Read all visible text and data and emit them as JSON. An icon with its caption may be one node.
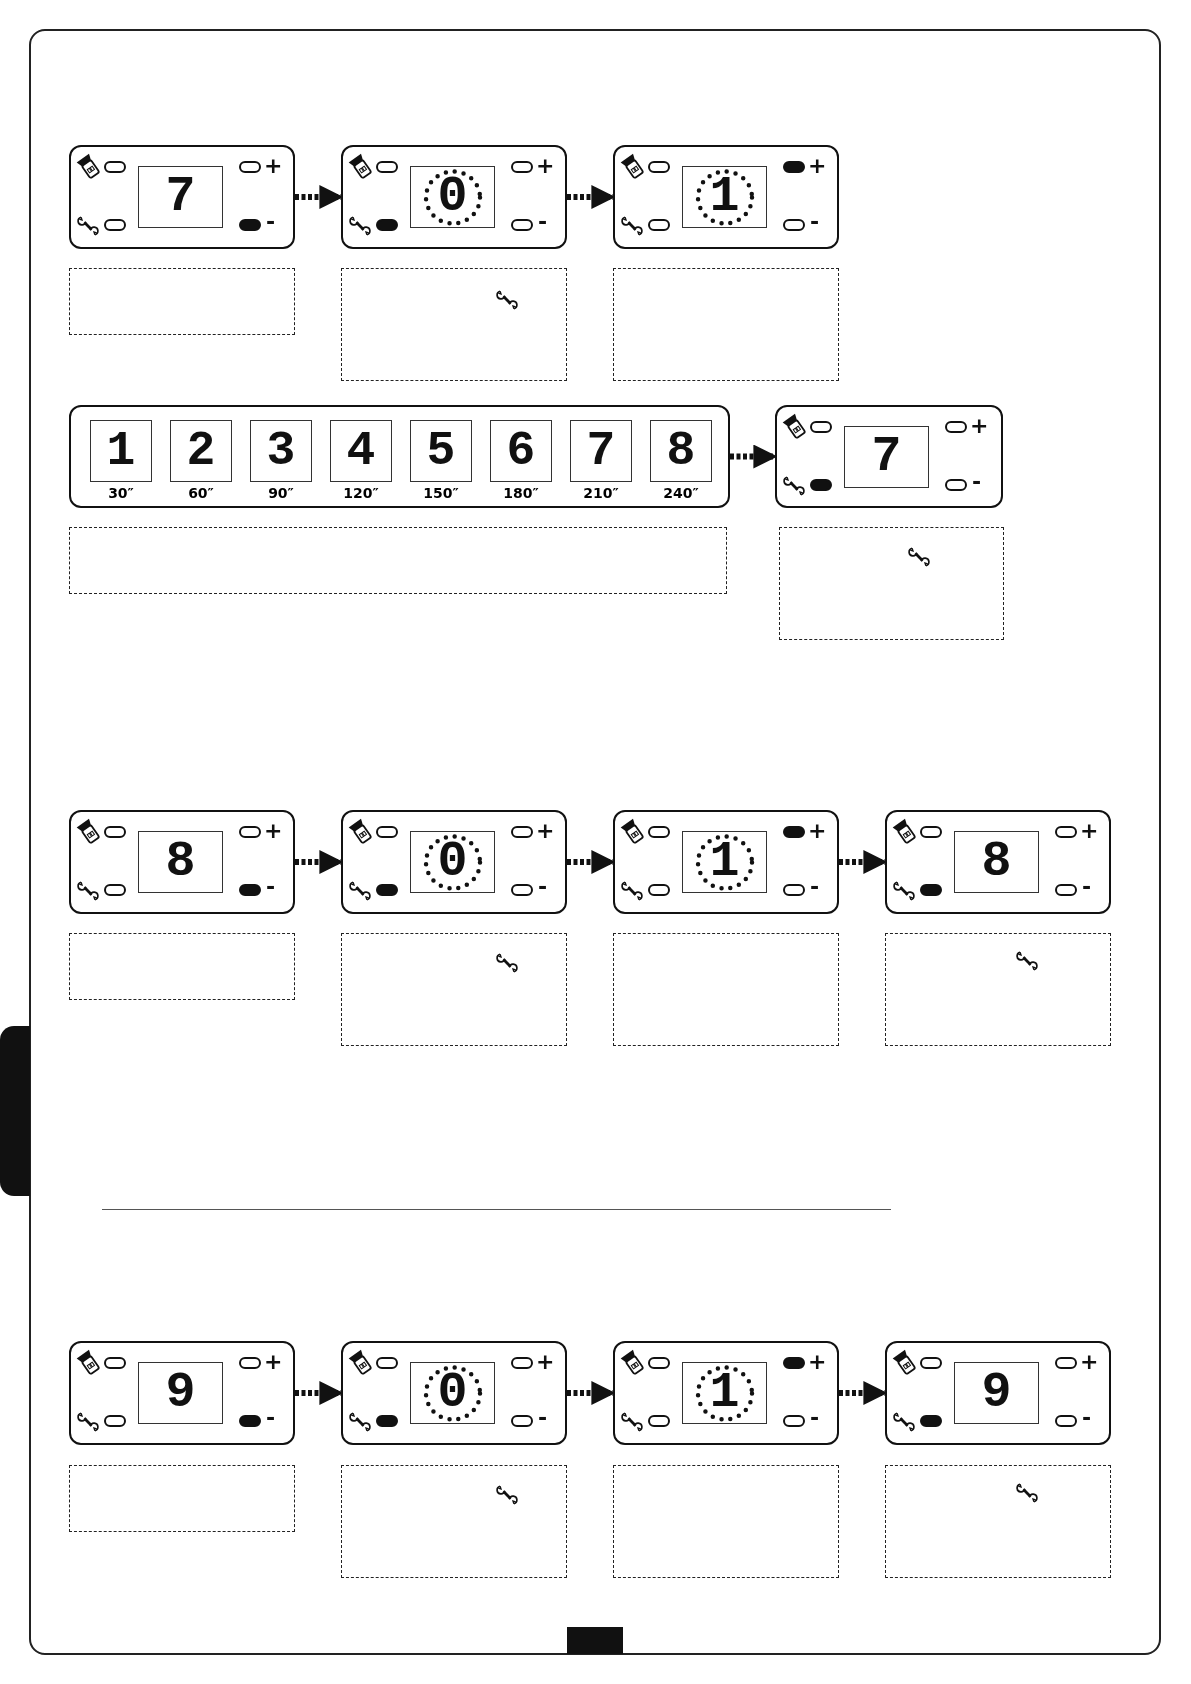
{
  "diagram": {
    "nodes": [
      {
        "text": [
          "7",
          "+",
          "-"
        ]
      },
      {
        "text": [
          "0",
          "+",
          "-"
        ]
      },
      {
        "text": [
          "1",
          "+",
          "-"
        ]
      },
      {
        "text": [],
        "shape": "box"
      },
      {
        "text": [],
        "shape": "box"
      },
      {
        "text": [],
        "shape": "box"
      },
      {
        "text": [],
        "shape": "box"
      },
      {
        "text": [
          "1"
        ],
        "in": 6,
        "beside": [
          "30″"
        ]
      },
      {
        "text": [
          "2"
        ],
        "in": 6,
        "beside": [
          "60″"
        ]
      },
      {
        "text": [
          "3"
        ],
        "in": 6,
        "beside": [
          "90″"
        ]
      },
      {
        "text": [
          "4"
        ],
        "in": 6,
        "beside": [
          "120″"
        ]
      },
      {
        "text": [
          "5"
        ],
        "in": 6,
        "beside": [
          "150″"
        ]
      },
      {
        "text": [
          "6"
        ],
        "in": 6,
        "beside": [
          "180″"
        ]
      },
      {
        "text": [
          "7"
        ],
        "in": 6,
        "beside": [
          "210″"
        ]
      },
      {
        "text": [
          "8"
        ],
        "in": 6,
        "beside": [
          "240″"
        ]
      },
      {
        "text": [
          "7",
          "+",
          "-"
        ]
      },
      {
        "text": [],
        "shape": "box"
      },
      {
        "text": [],
        "shape": "box"
      },
      {
        "text": [
          "8",
          "+",
          "-"
        ]
      },
      {
        "text": [
          "0",
          "+",
          "-"
        ]
      },
      {
        "text": [
          "1",
          "+",
          "-"
        ]
      },
      {
        "text": [
          "8",
          "+",
          "-"
        ]
      },
      {
        "text": [],
        "shape": "box"
      },
      {
        "text": [],
        "shape": "box"
      },
      {
        "text": [],
        "shape": "box"
      },
      {
        "text": [],
        "shape": "box"
      },
      {
        "text": [
          "9",
          "+",
          "-"
        ]
      },
      {
        "text": [
          "0",
          "+",
          "-"
        ]
      },
      {
        "text": [
          "1",
          "+",
          "-"
        ]
      },
      {
        "text": [
          "9",
          "+",
          "-"
        ]
      },
      {
        "text": [],
        "shape": "box"
      },
      {
        "text": [],
        "shape": "box"
      },
      {
        "text": [],
        "shape": "box"
      },
      {
        "text": [],
        "shape": "box"
      }
    ],
    "edges": [
      {
        "from": 0,
        "to": 1,
        "arrow": "to",
        "style": "dashed"
      },
      {
        "from": 1,
        "to": 2,
        "arrow": "to",
        "style": "dashed"
      },
      {
        "from": 6,
        "to": 15,
        "arrow": "to",
        "style": "dashed"
      },
      {
        "from": 18,
        "to": 19,
        "arrow": "to",
        "style": "dashed"
      },
      {
        "from": 19,
        "to": 20,
        "arrow": "to",
        "style": "dashed"
      },
      {
        "from": 20,
        "to": 21,
        "arrow": "to",
        "style": "dashed"
      },
      {
        "from": 26,
        "to": 27,
        "arrow": "to",
        "style": "dashed"
      },
      {
        "from": 27,
        "to": 28,
        "arrow": "to",
        "style": "dashed"
      },
      {
        "from": 28,
        "to": 29,
        "arrow": "to",
        "style": "dashed"
      }
    ]
  }
}
